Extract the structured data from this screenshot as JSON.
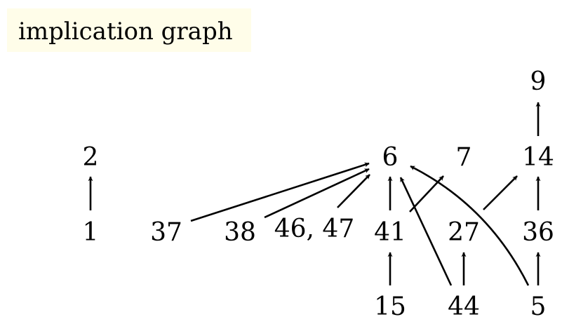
{
  "title": "implication graph",
  "colors": {
    "title_background": "#fffde9",
    "ink": "#000000"
  },
  "nodes": [
    {
      "id": "9",
      "label": "9"
    },
    {
      "id": "2",
      "label": "2"
    },
    {
      "id": "6",
      "label": "6"
    },
    {
      "id": "7",
      "label": "7"
    },
    {
      "id": "14",
      "label": "14"
    },
    {
      "id": "1",
      "label": "1"
    },
    {
      "id": "37",
      "label": "37"
    },
    {
      "id": "38",
      "label": "38"
    },
    {
      "id": "46_47",
      "label": "46, 47"
    },
    {
      "id": "41",
      "label": "41"
    },
    {
      "id": "27",
      "label": "27"
    },
    {
      "id": "36",
      "label": "36"
    },
    {
      "id": "15",
      "label": "15"
    },
    {
      "id": "44",
      "label": "44"
    },
    {
      "id": "5",
      "label": "5"
    }
  ],
  "edges": [
    {
      "from": "1",
      "to": "2"
    },
    {
      "from": "14",
      "to": "9"
    },
    {
      "from": "37",
      "to": "6"
    },
    {
      "from": "38",
      "to": "6"
    },
    {
      "from": "46_47",
      "to": "6"
    },
    {
      "from": "41",
      "to": "6"
    },
    {
      "from": "41",
      "to": "7"
    },
    {
      "from": "27",
      "to": "14"
    },
    {
      "from": "36",
      "to": "14"
    },
    {
      "from": "15",
      "to": "41"
    },
    {
      "from": "44",
      "to": "27"
    },
    {
      "from": "44",
      "to": "6"
    },
    {
      "from": "5",
      "to": "36"
    },
    {
      "from": "5",
      "to": "6"
    }
  ]
}
